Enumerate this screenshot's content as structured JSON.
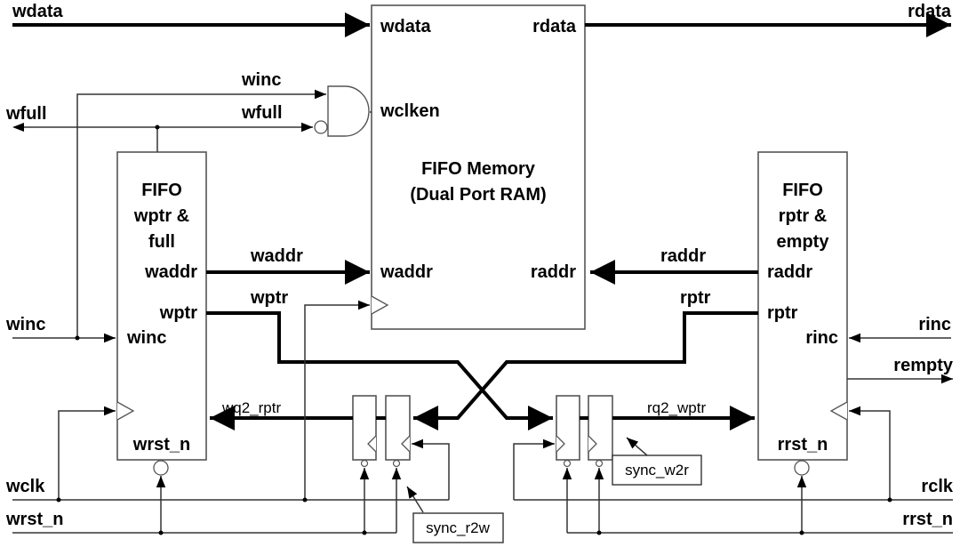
{
  "diagram": {
    "title": "Asynchronous FIFO block diagram",
    "external_signals": {
      "wdata": "wdata",
      "rdata": "rdata",
      "wfull": "wfull",
      "winc": "winc",
      "wclk": "wclk",
      "wrst_n": "wrst_n",
      "rinc": "rinc",
      "rempty": "rempty",
      "rclk": "rclk",
      "rrst_n": "rrst_n"
    },
    "gate_inputs": {
      "winc": "winc",
      "wfull": "wfull"
    },
    "memory": {
      "title_line1": "FIFO Memory",
      "title_line2": "(Dual Port RAM)",
      "port_wdata": "wdata",
      "port_rdata": "rdata",
      "port_wclken": "wclken",
      "port_waddr": "waddr",
      "port_raddr": "raddr"
    },
    "write_block": {
      "title_line1": "FIFO",
      "title_line2": "wptr &",
      "title_line3": "full",
      "port_waddr": "waddr",
      "port_wptr": "wptr",
      "port_winc": "winc",
      "port_wrst_n": "wrst_n"
    },
    "read_block": {
      "title_line1": "FIFO",
      "title_line2": "rptr &",
      "title_line3": "empty",
      "port_raddr": "raddr",
      "port_rptr": "rptr",
      "port_rinc": "rinc",
      "port_rrst_n": "rrst_n"
    },
    "nets": {
      "waddr": "waddr",
      "wptr": "wptr",
      "raddr": "raddr",
      "rptr": "rptr",
      "wq2_rptr": "wq2_rptr",
      "rq2_wptr": "rq2_wptr"
    },
    "synchronizers": {
      "sync_r2w": "sync_r2w",
      "sync_w2r": "sync_w2r"
    }
  }
}
